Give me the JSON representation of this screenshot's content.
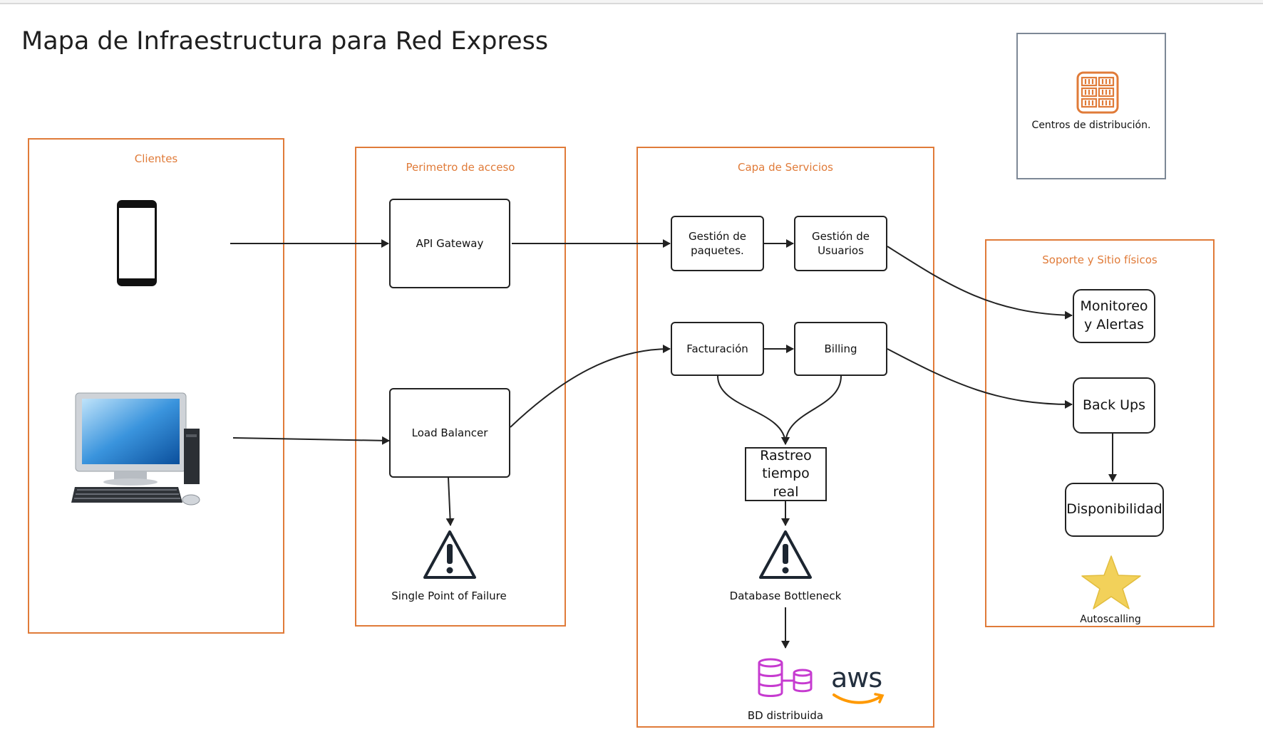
{
  "title": "Mapa de Infraestructura para Red Express",
  "legend": {
    "label": "Centros de distribución.",
    "icon": "distribution-center-icon",
    "color": "#e07b39"
  },
  "containers": {
    "clientes": "Clientes",
    "perimetro": "Perimetro de acceso",
    "servicios": "Capa de Servicios",
    "soporte": "Soporte y Sitio físicos"
  },
  "clients": {
    "phone_icon": "smartphone-icon",
    "desktop_icon": "desktop-computer-icon"
  },
  "nodes": {
    "api_gateway": "API Gateway",
    "load_balancer": "Load Balancer",
    "gestion_paquetes": "Gestión de paquetes.",
    "gestion_usuarios": "Gestión de Usuarios",
    "facturacion": "Facturación",
    "billing": "Billing",
    "rastreo": "Rastreo tiempo real",
    "monitoreo": "Monitoreo y Alertas",
    "backups": "Back Ups",
    "disponibilidad": "Disponibilidad"
  },
  "warnings": {
    "spof": "Single Point of Failure",
    "db_bottleneck": "Database Bottleneck"
  },
  "database": {
    "label": "BD distribuida",
    "icon": "database-icon",
    "color": "#c63bd0"
  },
  "aws": {
    "label": "aws",
    "icon": "aws-logo-icon"
  },
  "autoscaling": {
    "label": "Autoscalling",
    "icon": "star-icon",
    "color": "#f2d15a"
  },
  "colors": {
    "container": "#e07b39",
    "stroke": "#222222",
    "legend_border": "#7d8896"
  }
}
